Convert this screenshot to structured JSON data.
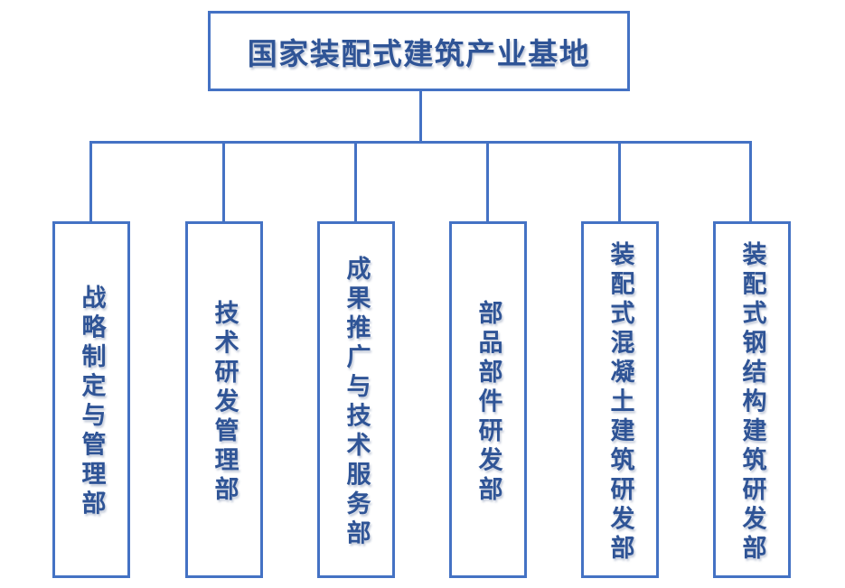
{
  "org_chart": {
    "root": {
      "label": "国家装配式建筑产业基地"
    },
    "departments": [
      {
        "label": "战略制定与管理部"
      },
      {
        "label": "技术研发管理部"
      },
      {
        "label": "成果推广与技术服务部"
      },
      {
        "label": "部品部件研发部"
      },
      {
        "label": "装配式混凝土建筑研发部"
      },
      {
        "label": "装配式钢结构建筑研发部"
      }
    ],
    "colors": {
      "border": "#4472C4",
      "connector": "#4472C4",
      "text": "#2F5496",
      "background": "#FFFFFF"
    }
  }
}
